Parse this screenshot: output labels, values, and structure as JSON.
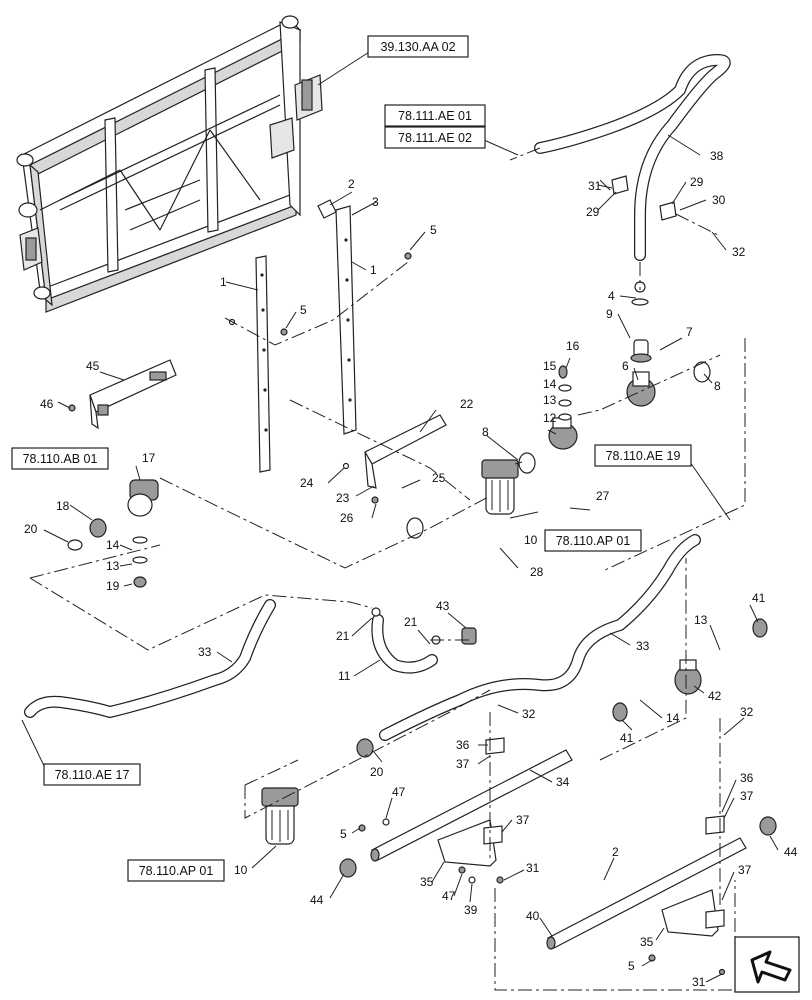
{
  "refs": {
    "r1": "39.130.AA 02",
    "r2": "78.111.AE 01",
    "r3": "78.111.AE 02",
    "r4": "78.110.AB 01",
    "r5": "78.110.AE 19",
    "r6": "78.110.AP 01",
    "r7": "78.110.AE 17",
    "r8": "78.110.AP 01"
  },
  "callouts": {
    "n1a": "1",
    "n1b": "1",
    "n2a": "2",
    "n2b": "2",
    "n3": "3",
    "n4": "4",
    "n5a": "5",
    "n5b": "5",
    "n5c": "5",
    "n5d": "5",
    "n6": "6",
    "n7": "7",
    "n8a": "8",
    "n8b": "8",
    "n9": "9",
    "n10a": "10",
    "n10b": "10",
    "n11": "11",
    "n12": "12",
    "n13a": "13",
    "n13b": "13",
    "n13c": "13",
    "n14a": "14",
    "n14b": "14",
    "n14c": "14",
    "n15": "15",
    "n16": "16",
    "n17": "17",
    "n18": "18",
    "n19": "19",
    "n20a": "20",
    "n20b": "20",
    "n21a": "21",
    "n21b": "21",
    "n22": "22",
    "n23": "23",
    "n24": "24",
    "n25": "25",
    "n26": "26",
    "n27": "27",
    "n28": "28",
    "n29a": "29",
    "n29b": "29",
    "n30": "30",
    "n31a": "31",
    "n31b": "31",
    "n31c": "31",
    "n32a": "32",
    "n32b": "32",
    "n32c": "32",
    "n33a": "33",
    "n33b": "33",
    "n34": "34",
    "n35a": "35",
    "n35b": "35",
    "n36a": "36",
    "n36b": "36",
    "n37a": "37",
    "n37b": "37",
    "n37c": "37",
    "n37d": "37",
    "n38": "38",
    "n39": "39",
    "n40": "40",
    "n41a": "41",
    "n41b": "41",
    "n42": "42",
    "n43": "43",
    "n44a": "44",
    "n44b": "44",
    "n45": "45",
    "n46": "46",
    "n47a": "47",
    "n47b": "47"
  },
  "icons": {
    "nav": "next-page-arrow-icon"
  }
}
